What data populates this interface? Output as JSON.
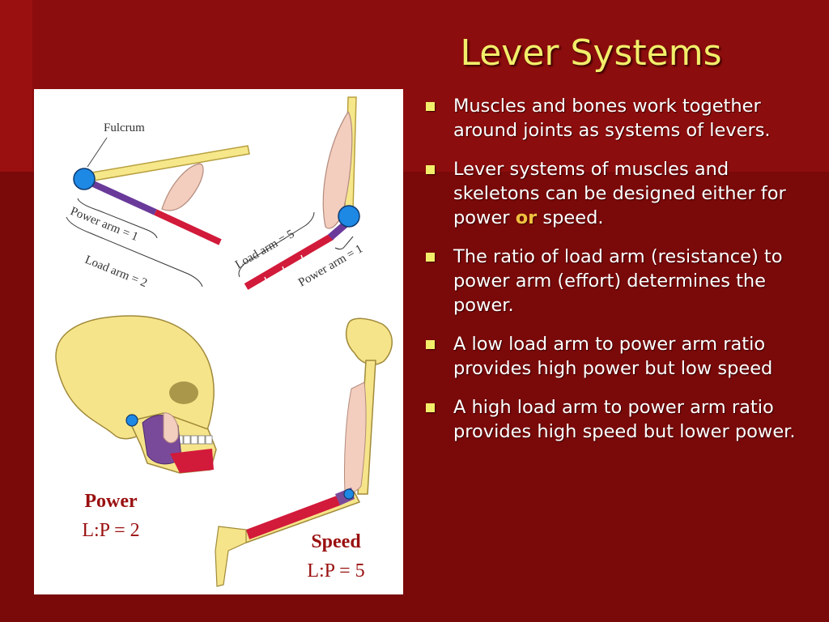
{
  "slide": {
    "title": "Lever Systems",
    "bullets": [
      {
        "text": "Muscles and bones work together around joints as systems of levers."
      },
      {
        "before": "Lever systems of muscles and skeletons can be designed either for power ",
        "highlight": "or",
        "after": " speed."
      },
      {
        "text": "The ratio of load arm (resistance) to power arm (effort) determines the power."
      },
      {
        "text": "A low load arm to power arm ratio provides high power but low speed"
      },
      {
        "text": "A high load arm to power arm ratio provides high speed but lower power."
      }
    ]
  },
  "figure": {
    "labels": {
      "fulcrum": "Fulcrum",
      "power_arm_1": "Power arm = 1",
      "load_arm_2": "Load arm = 2",
      "load_arm_5": "Load arm = 5",
      "power_arm_1b": "Power arm = 1"
    },
    "captions": {
      "power_title": "Power",
      "power_ratio": "L:P = 2",
      "speed_title": "Speed",
      "speed_ratio": "L:P = 5"
    }
  },
  "colors": {
    "bone": "#f5e27c",
    "muscle": "#f2c9b8",
    "power_arm": "#6a3a9a",
    "load_arm": "#d21a3a",
    "fulcrum": "#1e88e5",
    "title": "#f2ee6a",
    "background": "#7a0a0a"
  }
}
